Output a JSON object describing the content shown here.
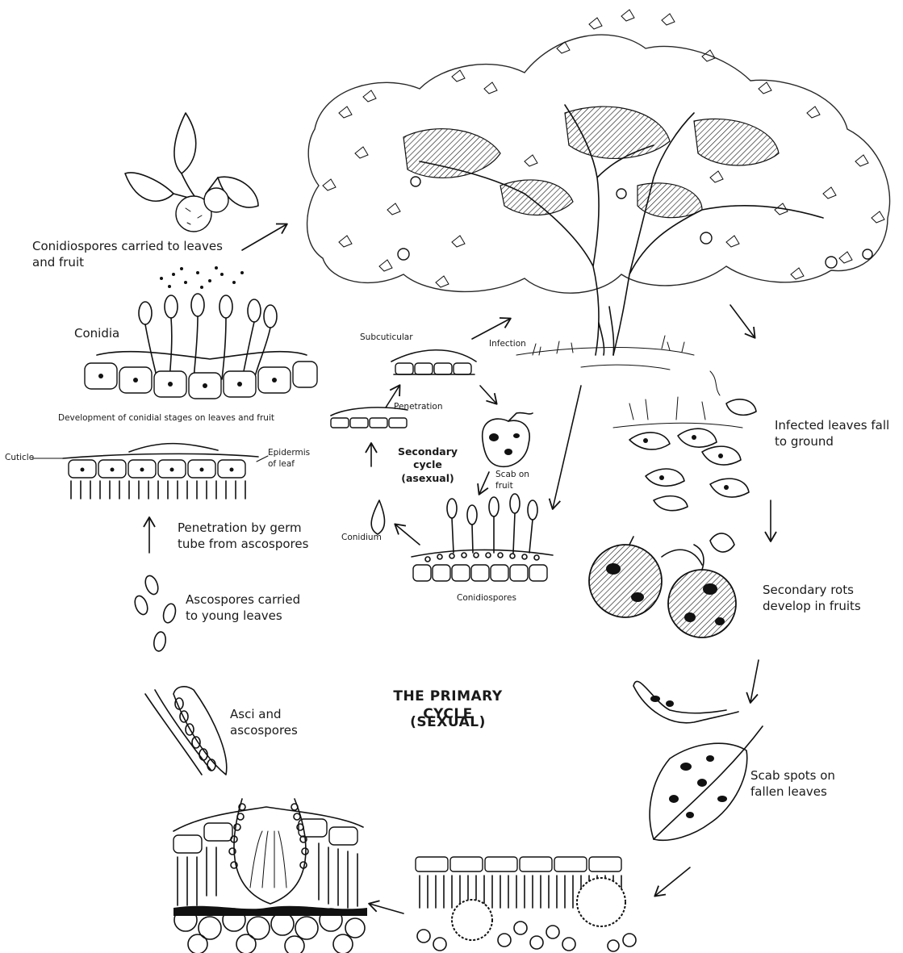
{
  "diagram": {
    "title_line1": "THE PRIMARY CYCLE",
    "title_line2": "(SEXUAL)",
    "secondary_cycle": "Secondary\ncycle\n(asexual)",
    "labels": {
      "conidiospores_carried": "Conidiospores carried to leaves\nand fruit",
      "conidia": "Conidia",
      "development": "Development of conidial stages on leaves and fruit",
      "cuticle": "Cuticle",
      "epidermis": "Epidermis\nof leaf",
      "penetration_germ": "Penetration by germ\ntube from ascospores",
      "ascospores_carried": "Ascospores carried\nto young leaves",
      "asci": "Asci and\nascospores",
      "subcuticular": "Subcuticular",
      "infection": "Infection",
      "penetration": "Penetration",
      "scab_on_fruit": "Scab on\nfruit",
      "conidium": "Conidium",
      "conidiospores": "Conidiospores",
      "infected_leaves": "Infected leaves fall\nto ground",
      "secondary_rots": "Secondary rots\ndevelop in fruits",
      "scab_spots": "Scab spots on\nfallen leaves"
    }
  }
}
